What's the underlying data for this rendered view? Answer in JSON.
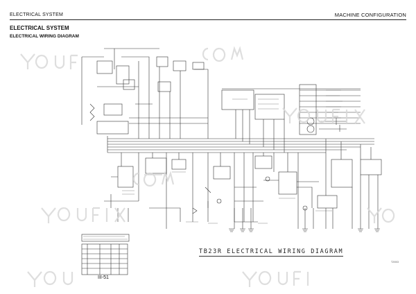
{
  "header": {
    "left": "ELECTRICAL SYSTEM",
    "right": "MACHINE CONFIGURATION"
  },
  "section_title": "ELECTRICAL SYSTEM",
  "subtitle": "ELECTRICAL WIRING DIAGRAM",
  "diagram_title": "TB23R ELECTRICAL WIRING DIAGRAM",
  "page_number": "III-51",
  "figure_id": "T2/003",
  "watermark": "YOUFIXTHIS.COM"
}
